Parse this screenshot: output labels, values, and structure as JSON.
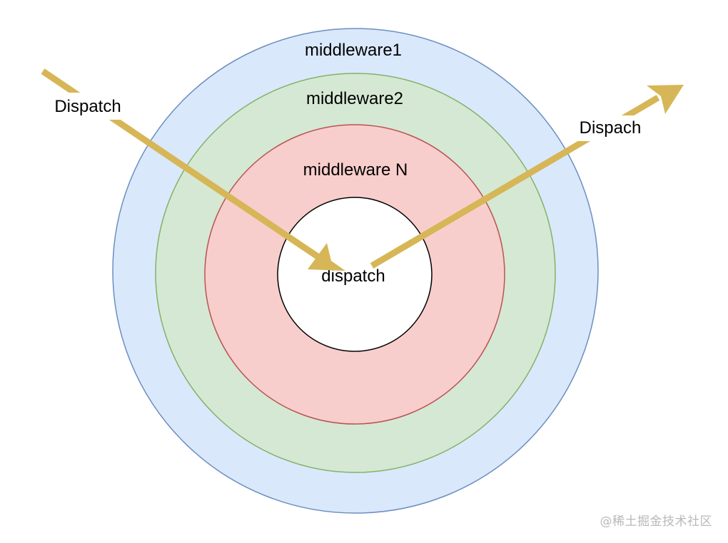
{
  "diagram": {
    "rings": [
      {
        "id": "outer",
        "label": "middleware1",
        "fill": "#dae8fc",
        "stroke": "#6c8ebf"
      },
      {
        "id": "middle",
        "label": "middleware2",
        "fill": "#d5e8d4",
        "stroke": "#82b366"
      },
      {
        "id": "inner",
        "label": "middleware N",
        "fill": "#f8cecc",
        "stroke": "#b85450"
      },
      {
        "id": "core",
        "label": "dispatch",
        "fill": "#ffffff",
        "stroke": "#000000"
      }
    ],
    "arrows": {
      "color": "#d6b656",
      "incoming_label": "Dispatch",
      "outgoing_label": "Dispach"
    }
  },
  "watermark": "@稀土掘金技术社区"
}
